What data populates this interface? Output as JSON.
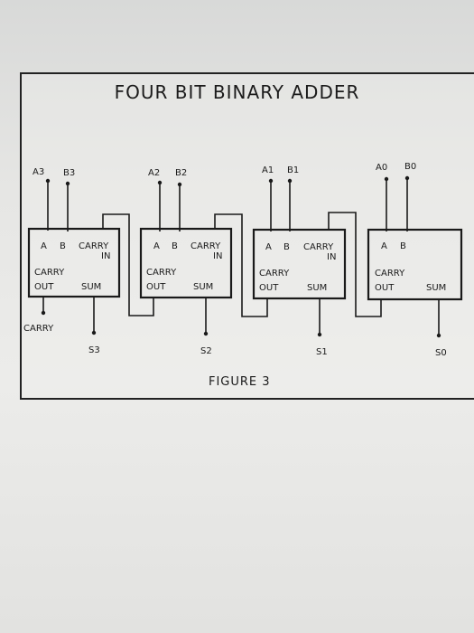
{
  "title": "FOUR BIT BINARY ADDER",
  "caption": "FIGURE 3",
  "adders": [
    {
      "in_a": "A3",
      "in_b": "B3",
      "sum_out": "S3",
      "pin_a": "A",
      "pin_b": "B",
      "carry_in_1": "CARRY",
      "carry_in_2": "IN",
      "carry_out_1": "CARRY",
      "carry_out_2": "OUT",
      "sum_pin": "SUM"
    },
    {
      "in_a": "A2",
      "in_b": "B2",
      "sum_out": "S2",
      "pin_a": "A",
      "pin_b": "B",
      "carry_in_1": "CARRY",
      "carry_in_2": "IN",
      "carry_out_1": "CARRY",
      "carry_out_2": "OUT",
      "sum_pin": "SUM"
    },
    {
      "in_a": "A1",
      "in_b": "B1",
      "sum_out": "S1",
      "pin_a": "A",
      "pin_b": "B",
      "carry_in_1": "CARRY",
      "carry_in_2": "IN",
      "carry_out_1": "CARRY",
      "carry_out_2": "OUT",
      "sum_pin": "SUM"
    },
    {
      "in_a": "A0",
      "in_b": "B0",
      "sum_out": "S0",
      "pin_a": "A",
      "pin_b": "B",
      "carry_in_1": "",
      "carry_in_2": "",
      "carry_out_1": "CARRY",
      "carry_out_2": "OUT",
      "sum_pin": "SUM"
    }
  ],
  "final_carry": "CARRY"
}
